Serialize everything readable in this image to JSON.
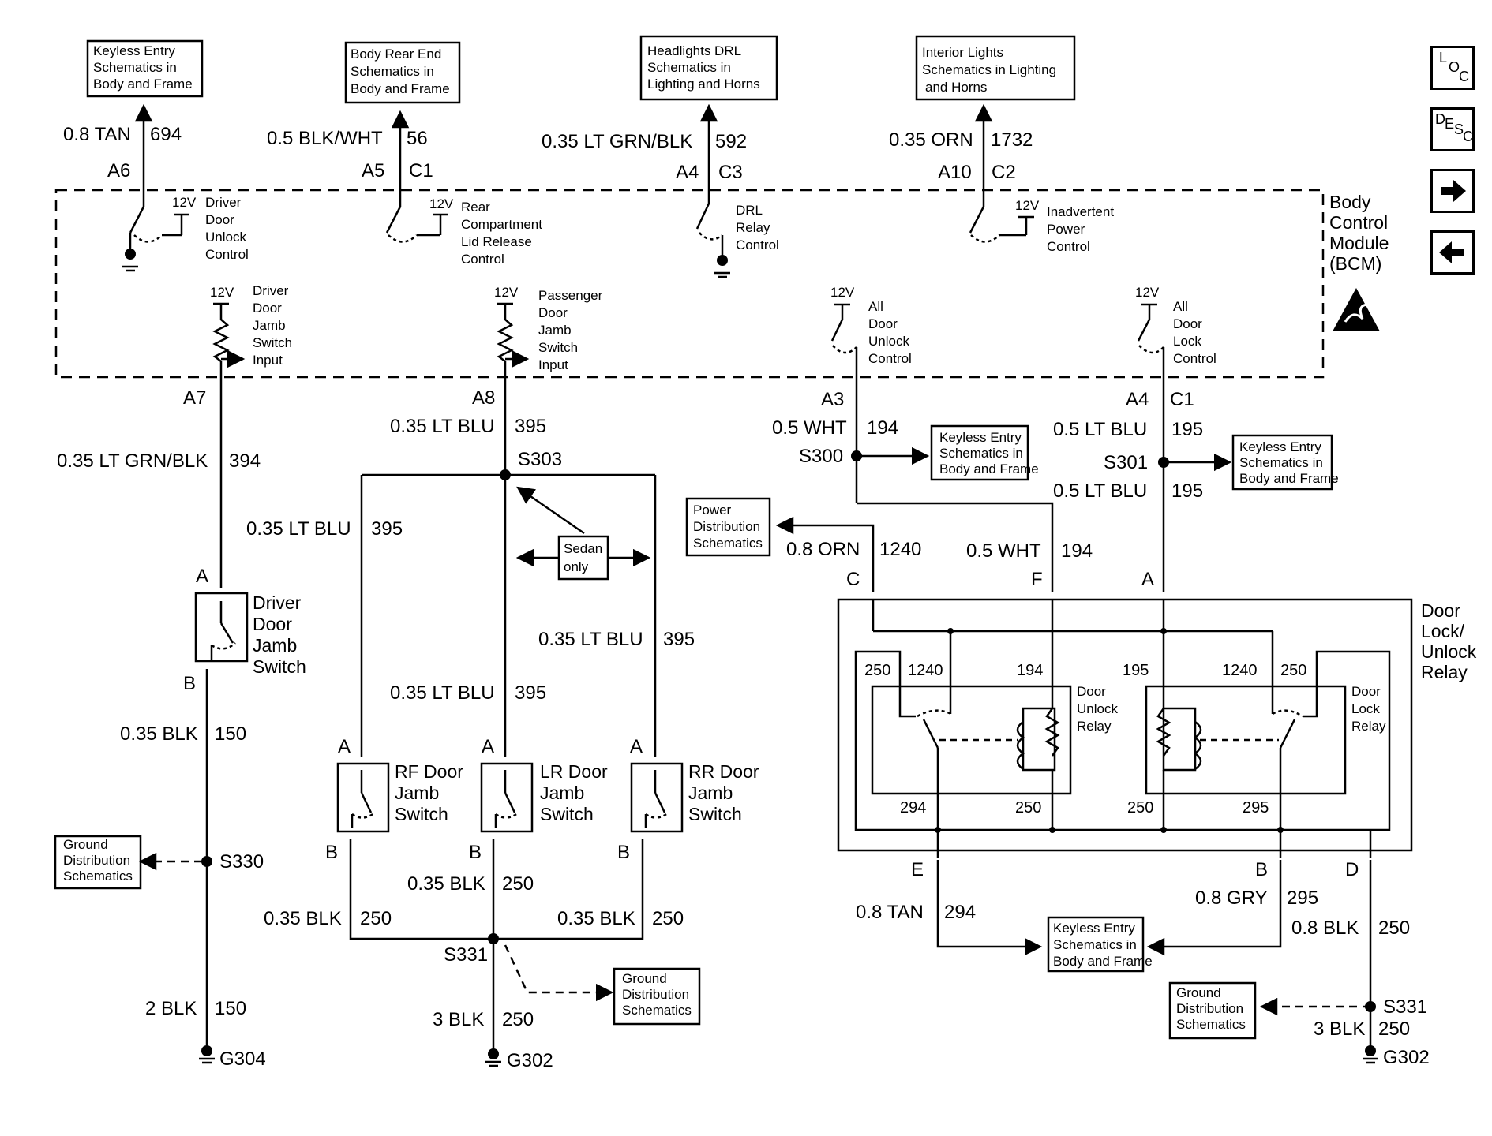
{
  "nav": {
    "loc": {
      "a": "L",
      "b": "O",
      "c": "C"
    },
    "desc": {
      "a": "D",
      "b": "E",
      "c": "S",
      "d": "C"
    }
  },
  "refs": {
    "keyless_top": [
      "Keyless Entry",
      "Schematics  in",
      "Body and Frame"
    ],
    "body_rear": [
      "Body Rear End",
      "Schematics in",
      "Body and Frame"
    ],
    "headlights": [
      "Headlights  DRL",
      "Schematics  in",
      "Lighting  and Horns"
    ],
    "interior": [
      "Interior Lights",
      "Schematics in Lighting",
      "and Horns"
    ],
    "keyless_s300": [
      "Keyless Entry",
      "Schematics in",
      "Body and Frame"
    ],
    "keyless_s301": [
      "Keyless Entry",
      "Schematics in",
      "Body and Frame"
    ],
    "power_dist": [
      "Power",
      "Distribution",
      "Schematics"
    ],
    "ground_left": [
      "Ground",
      "Distribution",
      "Schematics"
    ],
    "ground_mid": [
      "Ground",
      "Distribution",
      "Schematics"
    ],
    "ground_right": [
      "Ground",
      "Distribution",
      "Schematics"
    ],
    "keyless_bottom": [
      "Keyless Entry",
      "Schematics in",
      "Body and Frame"
    ],
    "sedan": [
      "Sedan",
      "only"
    ]
  },
  "bcm": {
    "title": [
      "Body",
      "Control",
      "Module",
      "(BCM)"
    ],
    "v12": "12V",
    "driver_unlock": [
      "Driver",
      "Door",
      "Unlock",
      "Control"
    ],
    "rear_release": [
      "Rear",
      "Compartment",
      "Lid Release",
      "Control"
    ],
    "drl": [
      "DRL",
      "Relay",
      "Control"
    ],
    "inadvertent": [
      "Inadvertent",
      "Power",
      "Control"
    ],
    "driver_jamb": [
      "Driver",
      "Door",
      "Jamb",
      "Switch",
      "Input"
    ],
    "pass_jamb": [
      "Passenger",
      "Door",
      "Jamb",
      "Switch",
      "Input"
    ],
    "all_unlock": [
      "All",
      "Door",
      "Unlock",
      "Control"
    ],
    "all_lock": [
      "All",
      "Door",
      "Lock",
      "Control"
    ]
  },
  "wires": {
    "w694": [
      "0.8 TAN",
      "694"
    ],
    "w56": [
      "0.5 BLK/WHT",
      "56"
    ],
    "w592": [
      "0.35 LT GRN/BLK",
      "592"
    ],
    "w1732": [
      "0.35 ORN",
      "1732"
    ],
    "w394": [
      "0.35 LT GRN/BLK",
      "394"
    ],
    "w395a": [
      "0.35 LT BLU",
      "395"
    ],
    "w395b": [
      "0.35 LT BLU",
      "395"
    ],
    "w395c": [
      "0.35 LT BLU",
      "395"
    ],
    "w395d": [
      "0.35 LT BLU",
      "395"
    ],
    "w194a": [
      "0.5 WHT",
      "194"
    ],
    "w194b": [
      "0.5 WHT",
      "194"
    ],
    "w195a": [
      "0.5 LT BLU",
      "195"
    ],
    "w195b": [
      "0.5 LT BLU",
      "195"
    ],
    "w1240": [
      "0.8 ORN",
      "1240"
    ],
    "w150a": [
      "0.35 BLK",
      "150"
    ],
    "w150b": [
      "2 BLK",
      "150"
    ],
    "w250a": [
      "0.35 BLK",
      "250"
    ],
    "w250b": [
      "0.35 BLK",
      "250"
    ],
    "w250c": [
      "0.35 BLK",
      "250"
    ],
    "w250d": [
      "3 BLK",
      "250"
    ],
    "w294": [
      "0.8 TAN",
      "294"
    ],
    "w295": [
      "0.8 GRY",
      "295"
    ],
    "w250e": [
      "0.8 BLK",
      "250"
    ],
    "w250f": [
      "3 BLK",
      "250"
    ]
  },
  "pins": {
    "a6": "A6",
    "a5": "A5",
    "c1": "C1",
    "a4": "A4",
    "c3": "C3",
    "a10": "A10",
    "c2": "C2",
    "a7": "A7",
    "a8": "A8",
    "a3": "A3",
    "a4b": "A4",
    "c1b": "C1",
    "sw_a": "A",
    "sw_b": "B",
    "rf_a": "A",
    "rf_b": "B",
    "lr_a": "A",
    "lr_b": "B",
    "rr_a": "A",
    "rr_b": "B",
    "relay_c": "C",
    "relay_f": "F",
    "relay_a": "A",
    "relay_e": "E",
    "relay_b": "B",
    "relay_d": "D"
  },
  "splices": {
    "s303": "S303",
    "s300": "S300",
    "s301": "S301",
    "s330": "S330",
    "s331a": "S331",
    "s331b": "S331",
    "g304": "G304",
    "g302a": "G302",
    "g302b": "G302"
  },
  "switches": {
    "driver": [
      "Driver",
      "Door",
      "Jamb",
      "Switch"
    ],
    "rf": [
      "RF Door",
      "Jamb",
      "Switch"
    ],
    "lr": [
      "LR Door",
      "Jamb",
      "Switch"
    ],
    "rr": [
      "RR Door",
      "Jamb",
      "Switch"
    ]
  },
  "relay": {
    "title": [
      "Door",
      "Lock/",
      "Unlock",
      "Relay"
    ],
    "unlock": [
      "Door",
      "Unlock",
      "Relay"
    ],
    "lock": [
      "Door",
      "Lock",
      "Relay"
    ],
    "n250a": "250",
    "n1240a": "1240",
    "n194": "194",
    "n195": "195",
    "n1240b": "1240",
    "n250b": "250",
    "n294": "294",
    "n250c": "250",
    "n250d": "250",
    "n295": "295"
  }
}
